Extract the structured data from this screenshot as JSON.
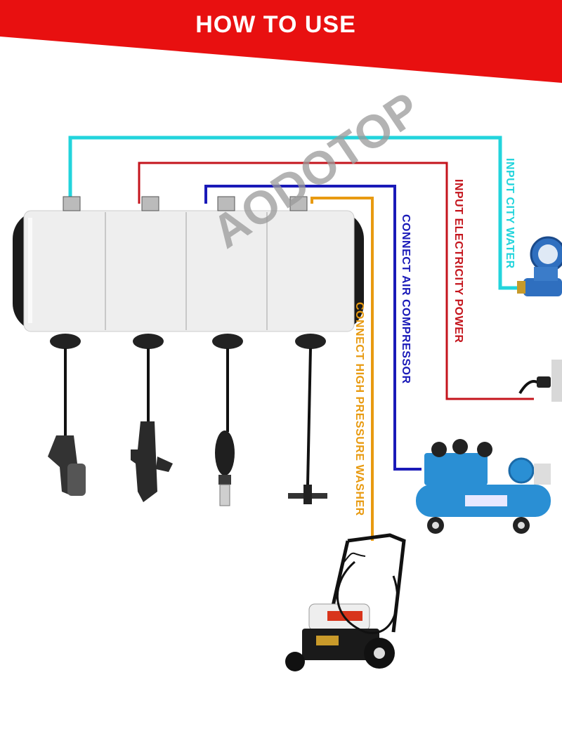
{
  "header": {
    "title": "HOW TO USE"
  },
  "brand": {
    "watermark": "AODOTOP"
  },
  "connections": [
    {
      "label": "INPUT CITY WATER",
      "color": "#22d4dc"
    },
    {
      "label": "INPUT ELECTRICITY POWER",
      "color": "#c4141c"
    },
    {
      "label": "CONNECT AIR COMPRESSOR",
      "color": "#1a1ab8"
    },
    {
      "label": "CONNECT HIGH PRESSURE WASHER",
      "color": "#e89a10"
    }
  ],
  "colors": {
    "banner": "#e81010",
    "housing": "#eeeeee",
    "housing_edge": "#1a1a1a"
  },
  "icons": [
    "water-meter-icon",
    "power-plug-icon",
    "air-compressor-icon",
    "pressure-washer-icon",
    "spray-gun-icon",
    "pistol-nozzle-icon",
    "air-blower-icon",
    "brush-tool-icon"
  ]
}
